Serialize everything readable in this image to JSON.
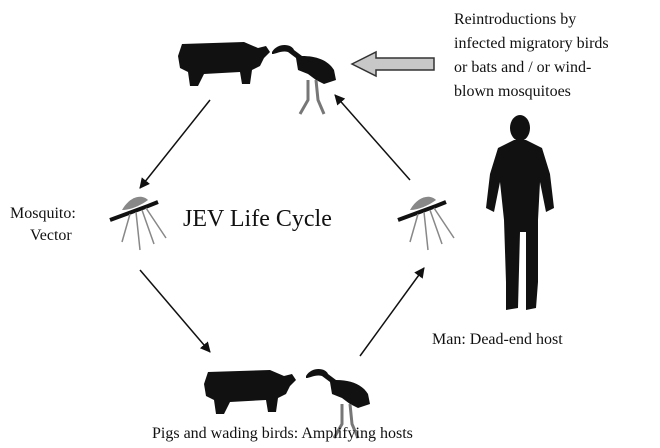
{
  "diagram": {
    "center_title": "JEV Life Cycle",
    "labels": {
      "reintroductions": [
        "Reintroductions by",
        "infected migratory birds",
        "or bats and / or wind-",
        "blown mosquitoes"
      ],
      "mosquito_vector": [
        "Mosquito:",
        "Vector"
      ],
      "man_host": "Man: Dead-end host",
      "amplifying_hosts": "Pigs and wading birds: Amplifying hosts"
    },
    "icons": [
      "pig-icon",
      "wading-bird-icon",
      "mosquito-icon",
      "man-silhouette-icon"
    ],
    "colors": {
      "silhouette": "#111111",
      "arrow": "#111111",
      "block_arrow_fill": "#c8c8c8",
      "block_arrow_stroke": "#333333"
    }
  }
}
